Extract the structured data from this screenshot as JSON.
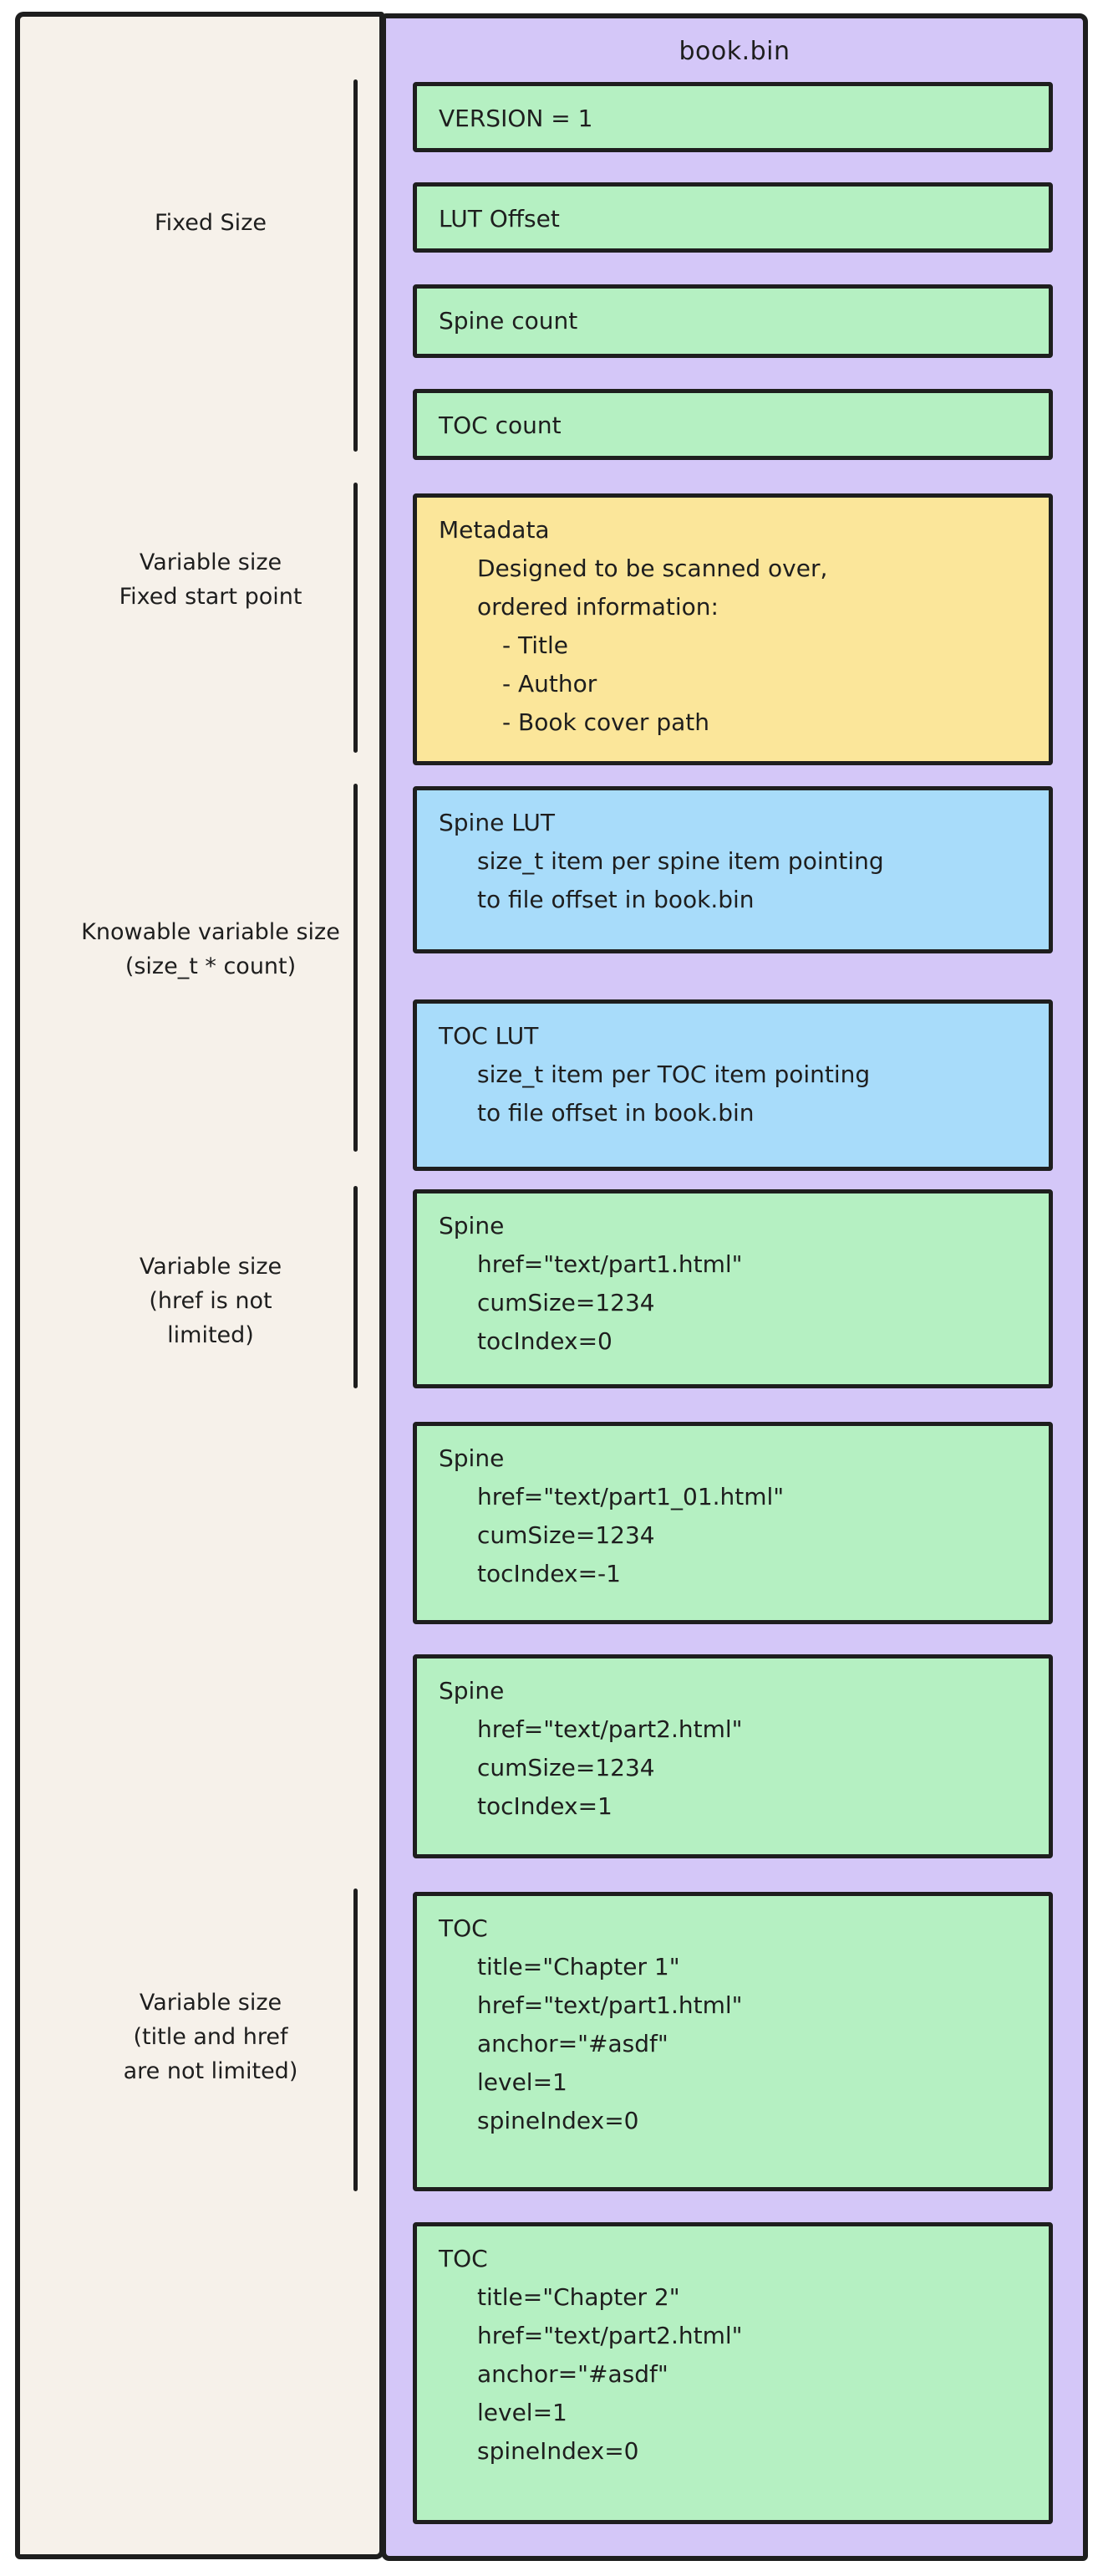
{
  "title": "book.bin",
  "colors": {
    "panel_purple": "#d4c7f8",
    "box_green": "#b5f0c2",
    "box_yellow": "#fbe69a",
    "box_blue": "#a8dcfa",
    "left_panel_beige": "#f6f1ea",
    "stroke": "#1e1e1e"
  },
  "left_labels": [
    {
      "lines": [
        "Fixed Size"
      ]
    },
    {
      "lines": [
        "Variable size",
        "Fixed start point"
      ]
    },
    {
      "lines": [
        "Knowable variable size",
        "(size_t * count)"
      ]
    },
    {
      "lines": [
        "Variable size",
        "(href is not",
        "limited)"
      ]
    },
    {
      "lines": [
        "Variable size",
        "(title and href",
        "are not limited)"
      ]
    }
  ],
  "boxes": [
    {
      "name": "version",
      "color": "green",
      "lines": [
        "VERSION = 1"
      ]
    },
    {
      "name": "lut-offset",
      "color": "green",
      "lines": [
        "LUT Offset"
      ]
    },
    {
      "name": "spine-count",
      "color": "green",
      "lines": [
        "Spine count"
      ]
    },
    {
      "name": "toc-count",
      "color": "green",
      "lines": [
        "TOC count"
      ]
    },
    {
      "name": "metadata",
      "color": "yellow",
      "lines": [
        "Metadata",
        "Designed to be scanned over,",
        "ordered information:",
        "- Title",
        "- Author",
        "- Book cover path"
      ]
    },
    {
      "name": "spine-lut",
      "color": "blue",
      "lines": [
        "Spine LUT",
        "size_t item per spine item pointing",
        "to file offset in book.bin"
      ]
    },
    {
      "name": "toc-lut",
      "color": "blue",
      "lines": [
        "TOC LUT",
        "size_t item per TOC item pointing",
        "to file offset in book.bin"
      ]
    },
    {
      "name": "spine-1",
      "color": "green",
      "lines": [
        "Spine",
        "href=\"text/part1.html\"",
        "cumSize=1234",
        "tocIndex=0"
      ]
    },
    {
      "name": "spine-2",
      "color": "green",
      "lines": [
        "Spine",
        "href=\"text/part1_01.html\"",
        "cumSize=1234",
        "tocIndex=-1"
      ]
    },
    {
      "name": "spine-3",
      "color": "green",
      "lines": [
        "Spine",
        "href=\"text/part2.html\"",
        "cumSize=1234",
        "tocIndex=1"
      ]
    },
    {
      "name": "toc-1",
      "color": "green",
      "lines": [
        "TOC",
        "title=\"Chapter 1\"",
        "href=\"text/part1.html\"",
        "anchor=\"#asdf\"",
        "level=1",
        "spineIndex=0"
      ]
    },
    {
      "name": "toc-2",
      "color": "green",
      "lines": [
        "TOC",
        "title=\"Chapter 2\"",
        "href=\"text/part2.html\"",
        "anchor=\"#asdf\"",
        "level=1",
        "spineIndex=0"
      ]
    }
  ]
}
